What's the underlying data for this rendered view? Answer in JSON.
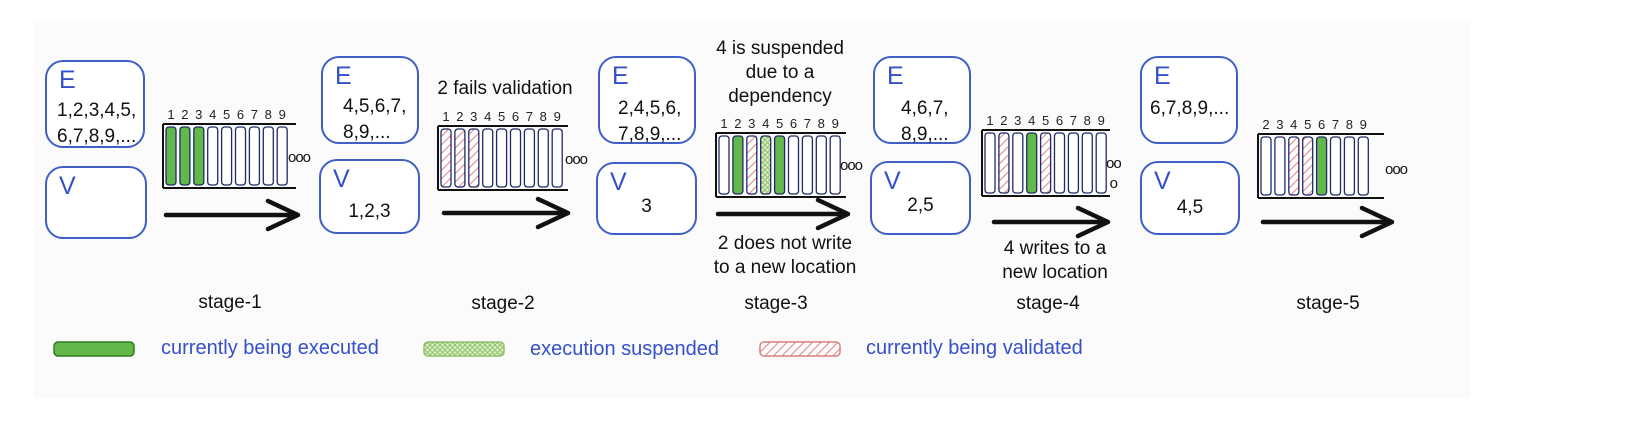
{
  "colors": {
    "accent": "#3f5fc7",
    "executing": "#62b84a",
    "suspended": "#b7dd9b",
    "validating": "#e6a0a0",
    "slot_border": "#1f2b66"
  },
  "stages": [
    {
      "label": "stage-1",
      "E": "1,2,3,4,5,\n6,7,8,9,...",
      "V": "",
      "slot_numbers": [
        "1",
        "2",
        "3",
        "4",
        "5",
        "6",
        "7",
        "8",
        "9"
      ],
      "slots": [
        "exec",
        "exec",
        "exec",
        "empty",
        "empty",
        "empty",
        "empty",
        "empty",
        "empty"
      ],
      "continuation": "ooo",
      "annotation_above": "",
      "annotation_below": ""
    },
    {
      "label": "stage-2",
      "E": "4,5,6,7,\n8,9,...",
      "V": "1,2,3",
      "slot_numbers": [
        "1",
        "2",
        "3",
        "4",
        "5",
        "6",
        "7",
        "8",
        "9"
      ],
      "slots": [
        "valid",
        "valid",
        "valid",
        "empty",
        "empty",
        "empty",
        "empty",
        "empty",
        "empty"
      ],
      "continuation": "ooo",
      "annotation_above": "2 fails validation",
      "annotation_below": ""
    },
    {
      "label": "stage-3",
      "E": "2,4,5,6,\n7,8,9,...",
      "V": "3",
      "slot_numbers": [
        "1",
        "2",
        "3",
        "4",
        "5",
        "6",
        "7",
        "8",
        "9"
      ],
      "slots": [
        "empty",
        "exec",
        "valid",
        "susp",
        "exec",
        "empty",
        "empty",
        "empty",
        "empty"
      ],
      "continuation": "ooo",
      "annotation_above": "4 is suspended\ndue to a\ndependency",
      "annotation_below": "2 does not write\nto a new location"
    },
    {
      "label": "stage-4",
      "E": "4,6,7,\n8,9,...",
      "V": "2,5",
      "slot_numbers": [
        "1",
        "2",
        "3",
        "4",
        "5",
        "6",
        "7",
        "8",
        "9"
      ],
      "slots": [
        "empty",
        "valid",
        "empty",
        "exec",
        "valid",
        "empty",
        "empty",
        "empty",
        "empty"
      ],
      "continuation": "oo\no",
      "annotation_above": "",
      "annotation_below": "4 writes to a\nnew location"
    },
    {
      "label": "stage-5",
      "E": "6,7,8,9,...",
      "V": "4,5",
      "slot_numbers": [
        "2",
        "3",
        "4",
        "5",
        "6",
        "7",
        "8",
        "9"
      ],
      "slots": [
        "empty",
        "empty",
        "valid",
        "valid",
        "exec",
        "empty",
        "empty",
        "empty"
      ],
      "continuation": "ooo",
      "annotation_above": "",
      "annotation_below": ""
    }
  ],
  "box_letters": {
    "E": "E",
    "V": "V"
  },
  "legend": [
    {
      "kind": "exec",
      "label": "currently being executed"
    },
    {
      "kind": "susp",
      "label": "execution suspended"
    },
    {
      "kind": "valid",
      "label": "currently being validated"
    }
  ]
}
